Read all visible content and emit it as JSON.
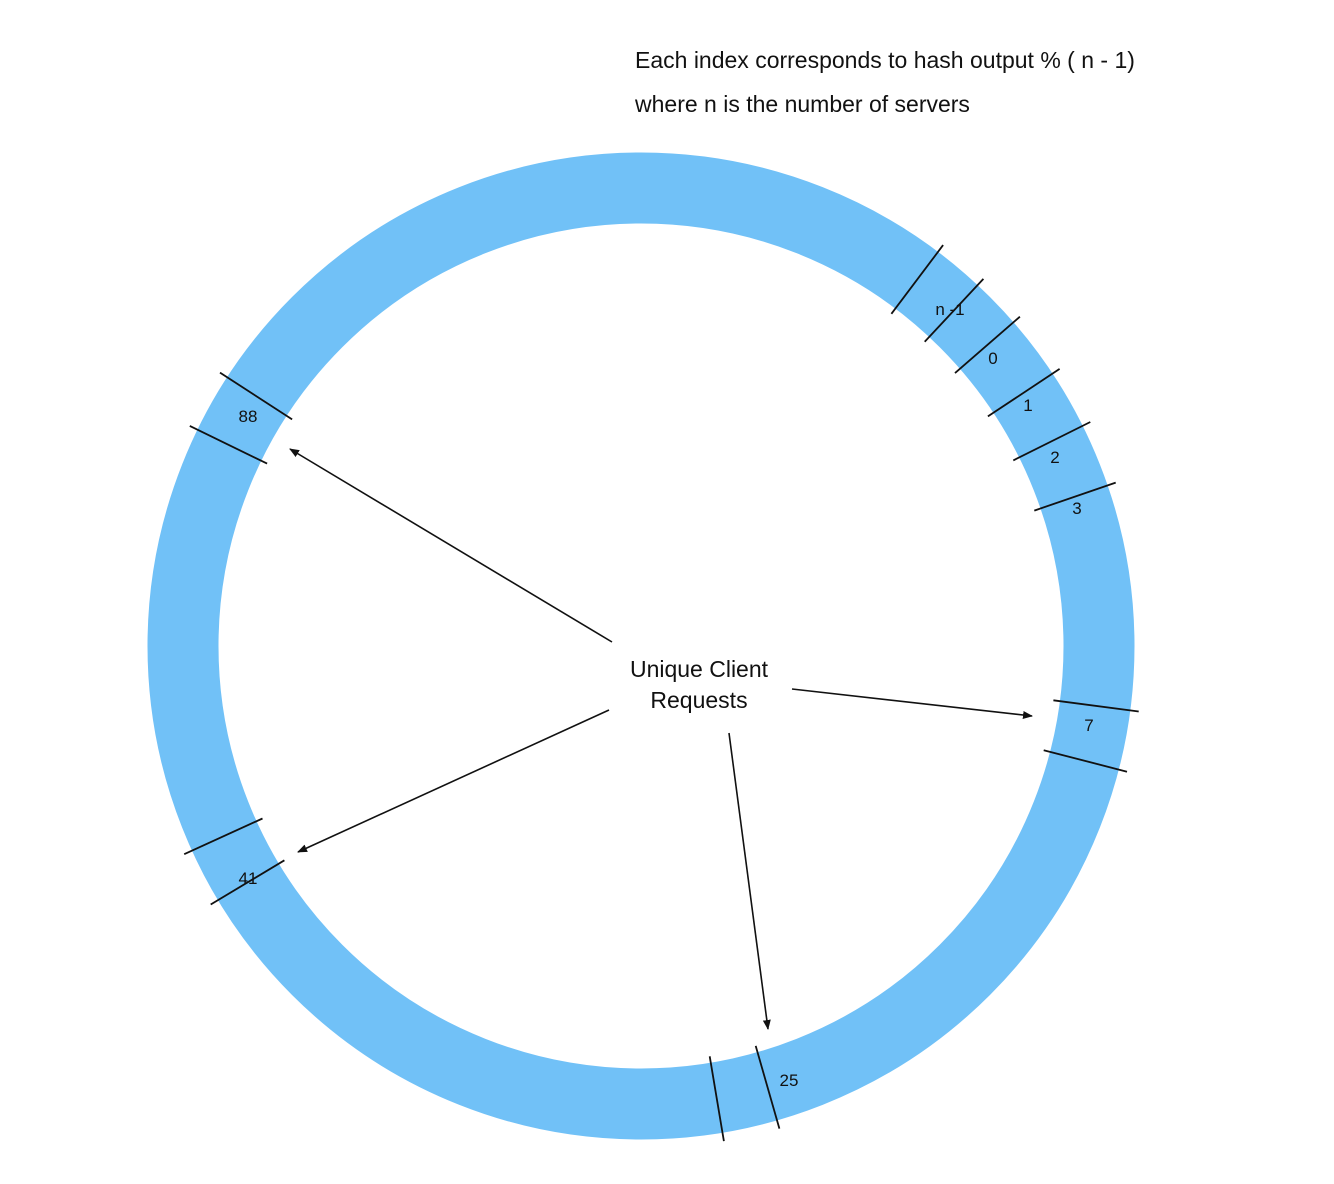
{
  "caption": {
    "line1": "Each index corresponds to hash output % ( n - 1)",
    "line2": "where n is the number of servers"
  },
  "ring": {
    "color": "#71c1f7",
    "divider_color": "#111111",
    "segments": [
      {
        "id": "n-1",
        "label": "n -1"
      },
      {
        "id": "0",
        "label": "0"
      },
      {
        "id": "1",
        "label": "1"
      },
      {
        "id": "2",
        "label": "2"
      },
      {
        "id": "3",
        "label": "3"
      },
      {
        "id": "7",
        "label": "7"
      },
      {
        "id": "25",
        "label": "25"
      },
      {
        "id": "41",
        "label": "41"
      },
      {
        "id": "88",
        "label": "88"
      }
    ]
  },
  "center": {
    "line1": "Unique Client",
    "line2": "Requests"
  },
  "arrows": [
    {
      "to": "88"
    },
    {
      "to": "7"
    },
    {
      "to": "25"
    },
    {
      "to": "41"
    }
  ]
}
